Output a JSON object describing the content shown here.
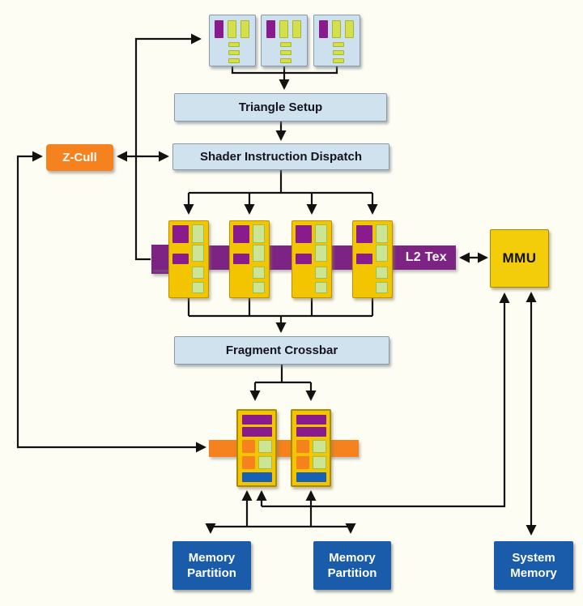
{
  "colors": {
    "background": "#fdfdf4",
    "node_blue_fill": "#cfe2ee",
    "accent_orange": "#f5821f",
    "accent_purple_band": "#7d2383",
    "accent_purple_block": "#8a1b8d",
    "accent_gold": "#f2c500",
    "green_light": "#cbe594",
    "green_yellow": "#d3df4b",
    "deep_blue_node": "#1a5caa",
    "rop_blue_bar": "#1761b4",
    "connector_black": "#121212"
  },
  "nodes": {
    "triangle_setup": {
      "label": "Triangle Setup"
    },
    "shader_dispatch": {
      "label": "Shader Instruction Dispatch"
    },
    "z_cull": {
      "label": "Z-Cull"
    },
    "l2_tex": {
      "label": "L2 Tex"
    },
    "mmu": {
      "label": "MMU"
    },
    "fragment_crossbar": {
      "label": "Fragment Crossbar"
    },
    "memory_partition_1": {
      "label": "Memory\nPartition"
    },
    "memory_partition_2": {
      "label": "Memory\nPartition"
    },
    "system_memory": {
      "label": "System\nMemory"
    }
  },
  "units": {
    "vertex_processors": 3,
    "fragment_processors": 4,
    "rop_units": 2
  }
}
